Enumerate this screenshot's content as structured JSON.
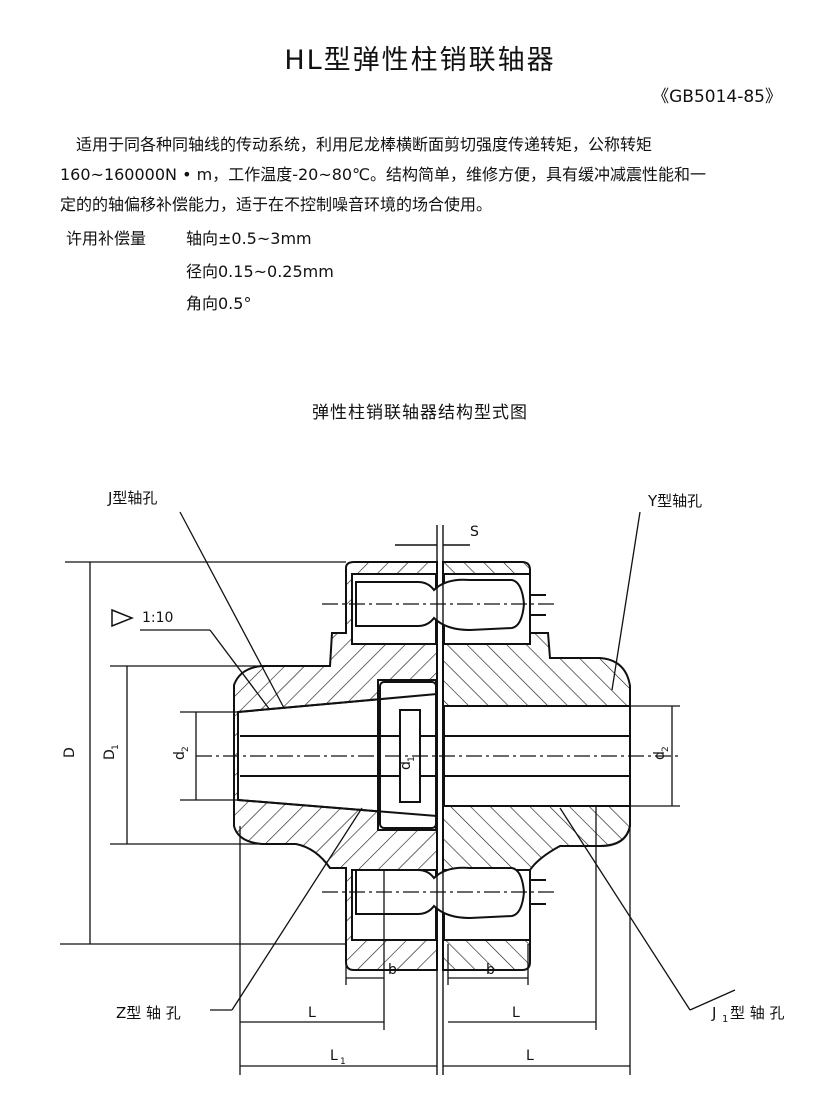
{
  "header": {
    "title": "HL型弹性柱销联轴器",
    "standard": "《GB5014-85》"
  },
  "description": {
    "line1": "适用于同各种同轴线的传动系统，利用尼龙棒横断面剪切强度传递转矩，公称转矩",
    "line2": "160~160000N • m，工作温度-20~80℃。结构简单，维修方便，具有缓冲减震性能和一",
    "line3": "定的的轴偏移补偿能力，适于在不控制噪音环境的场合使用。"
  },
  "allowance": {
    "label": "许用补偿量",
    "axial": "轴向±0.5~3mm",
    "radial": "径向0.15~0.25mm",
    "angular": "角向0.5°"
  },
  "diagram": {
    "title": "弹性柱销联轴器结构型式图",
    "labels": {
      "j_hole": "J型轴孔",
      "y_hole": "Y型轴孔",
      "z_hole": "Z型 轴 孔",
      "j1_hole_prefix": "J",
      "j1_hole_sub": "1",
      "j1_hole_suffix": "型 轴 孔",
      "taper": "1:10",
      "s": "S",
      "D": "D",
      "D1": "D",
      "D1_sub": "1",
      "d2_left": "d",
      "d2_left_sub": "2",
      "d1": "d",
      "d1_sub": "1",
      "d2_right": "d",
      "d2_right_sub": "2",
      "b_left": "b",
      "b_right": "b",
      "L_left": "L",
      "L_right": "L",
      "L1": "L",
      "L1_sub": "1",
      "L_bottom_right": "L"
    }
  }
}
